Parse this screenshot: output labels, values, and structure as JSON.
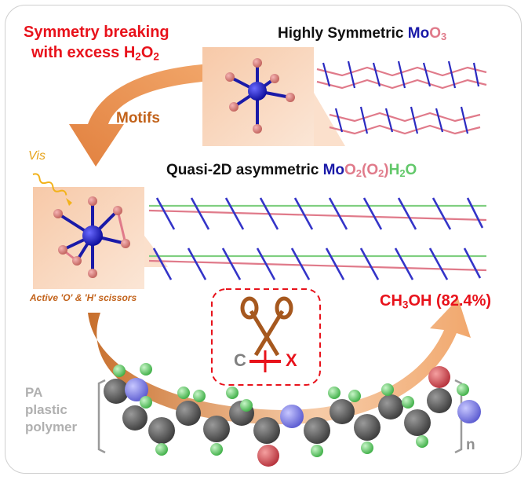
{
  "title_left_line1": "Symmetry breaking",
  "title_left_line2_prefix": "with excess H",
  "title_left_line2_sub1": "2",
  "title_left_line2_mid": "O",
  "title_left_line2_sub2": "2",
  "top_right_label_prefix": "Highly Symmetric ",
  "top_right_label_mo": "Mo",
  "top_right_label_o": "O",
  "top_right_label_sub": "3",
  "arrow_label": "Motifs",
  "vis_label": "Vis",
  "middle_label_prefix": "Quasi-2D asymmetric  ",
  "middle_label_mo": "Mo",
  "middle_label_o2": "O",
  "middle_label_sub1": "2",
  "middle_label_o2b": "(O",
  "middle_label_sub2": "2",
  "middle_label_close": ")",
  "middle_label_h": "H",
  "middle_label_sub3": "2",
  "middle_label_o_end": "O",
  "active_label": "Active 'O' & 'H' scissors",
  "product_prefix": "CH",
  "product_sub": "3",
  "product_suffix": "OH (82.4%)",
  "bond_c": "C",
  "bond_x": "X",
  "polymer_line1": "PA",
  "polymer_line2": "plastic",
  "polymer_line3": "polymer",
  "polymer_n": "n",
  "colors": {
    "red": "#e8121b",
    "orange": "#c2621a",
    "mo_blue": "#1a1aa8",
    "o_pink": "#e07a8a",
    "h_green": "#62c86a"
  }
}
